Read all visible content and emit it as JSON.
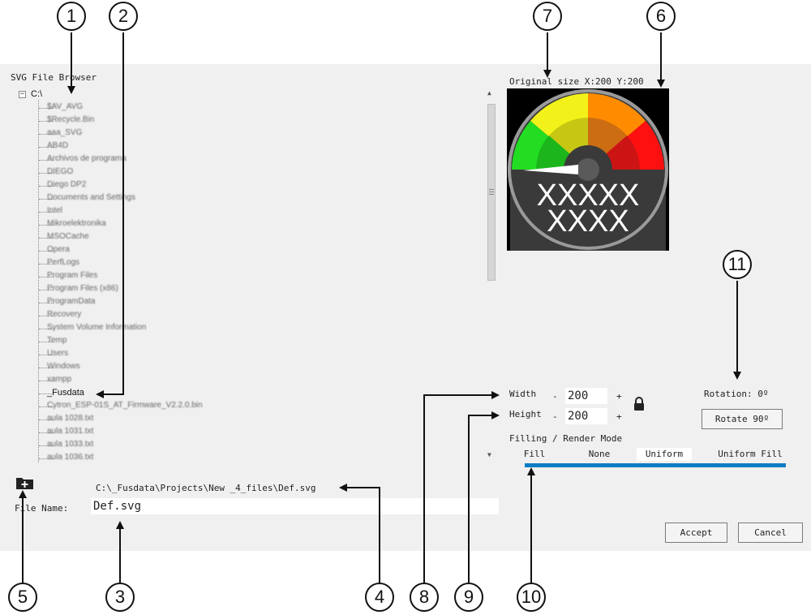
{
  "browser": {
    "title": "SVG File Browser",
    "root": "C:\\",
    "items": [
      "$AV_AVG",
      "$Recycle.Bin",
      "aaa_SVG",
      "AB4D",
      "Archivos de programa",
      "DIEGO",
      "Diego DP2",
      "Documents and Settings",
      "Intel",
      "Mikroelektronika",
      "MSOCache",
      "Opera",
      "PerfLogs",
      "Program Files",
      "Program Files (x86)",
      "ProgramData",
      "Recovery",
      "System Volume Information",
      "Temp",
      "Users",
      "Windows",
      "xampp",
      "_Fusdata",
      "Cytron_ESP-01S_AT_Firmware_V2.2.0.bin",
      "aula 1028.txt",
      "aula 1031.txt",
      "aula 1033.txt",
      "aula 1036.txt"
    ],
    "sharp_item": "_Fusdata"
  },
  "path_display": "C:\\_Fusdata\\Projects\\New _4_files\\Def.svg",
  "file_name": {
    "label": "File Name:",
    "value": "Def.svg"
  },
  "preview": {
    "caption": "Original size X:200 Y:200",
    "gauge_text_line1": "XXXXX",
    "gauge_text_line2": "XXXX"
  },
  "size": {
    "width_label": "Width",
    "height_label": "Height",
    "minus": "-",
    "plus": "+",
    "width_value": "200",
    "height_value": "200"
  },
  "rotation": {
    "label": "Rotation: 0º",
    "button": "Rotate 90º"
  },
  "fill": {
    "title": "Filling / Render Mode",
    "options": [
      "Fill",
      "None",
      "Uniform",
      "Uniform Fill"
    ],
    "selected": "Uniform",
    "accent": "#0e7cc4"
  },
  "actions": {
    "accept": "Accept",
    "cancel": "Cancel"
  },
  "callouts": [
    "1",
    "2",
    "3",
    "4",
    "5",
    "6",
    "7",
    "8",
    "9",
    "10",
    "11"
  ]
}
